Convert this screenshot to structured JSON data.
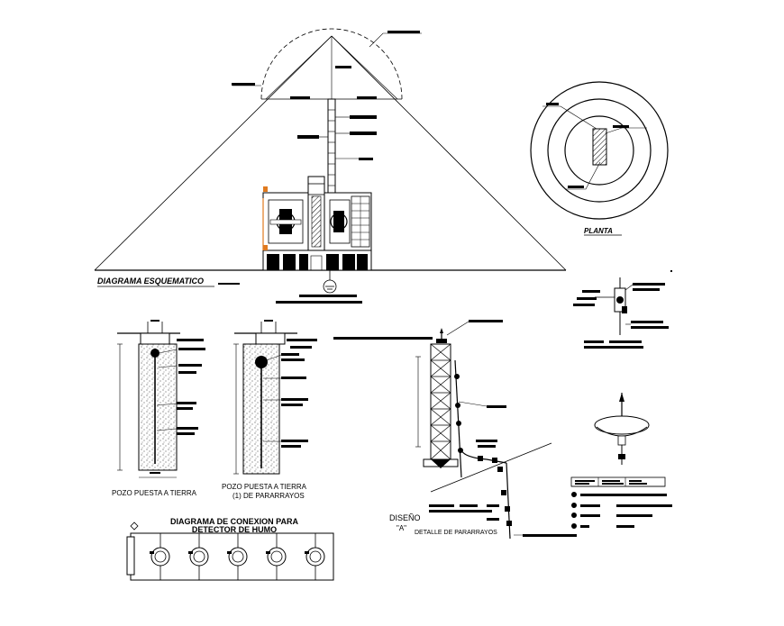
{
  "drawing": {
    "schematic_title": "DIAGRAMA ESQUEMATICO",
    "plan_title": "PLANTA",
    "well_1_title": "POZO PUESTA A TIERRA",
    "well_2_title_line1": "POZO PUESTA A TIERRA",
    "well_2_title_line2": "(1) DE PARARRAYOS",
    "smoke_title_line1": "DIAGRAMA DE CONEXION PARA",
    "smoke_title_line2": "DETECTOR DE HUMO",
    "design_title_line1": "DISEÑO",
    "design_title_line2": "\"A\"",
    "lightning_detail_title": "DETALLE DE PARARRAYOS"
  },
  "colors": {
    "ink": "#000000",
    "accent_orange": "#e07a1f",
    "paper": "#ffffff"
  }
}
